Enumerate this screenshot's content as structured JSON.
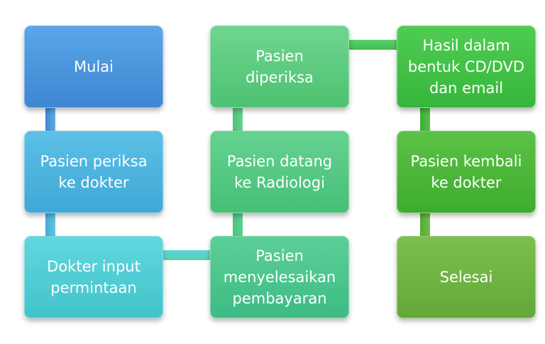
{
  "steps": [
    {
      "label": "Mulai"
    },
    {
      "label": "Pasien periksa\nke dokter"
    },
    {
      "label": "Dokter input\npermintaan"
    },
    {
      "label": "Pasien\ndiperiksa"
    },
    {
      "label": "Pasien datang\nke Radiologi"
    },
    {
      "label": "Pasien\nmenyelesaikan\npembayaran"
    },
    {
      "label": "Hasil dalam\nbentuk CD/DVD\ndan email"
    },
    {
      "label": "Pasien kembali\nke dokter"
    },
    {
      "label": "Selesai"
    }
  ],
  "colors": {
    "blue": "#4a93dc",
    "cyan": "#4ec8d4",
    "green": "#4dc271",
    "lime": "#6db344"
  }
}
